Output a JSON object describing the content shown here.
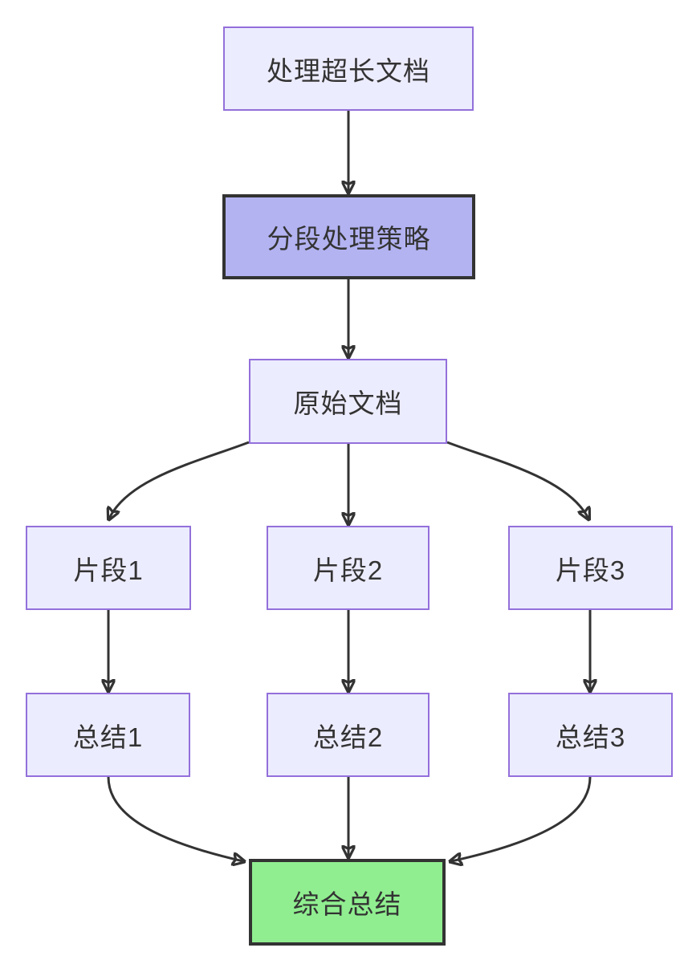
{
  "diagram": {
    "type": "flowchart",
    "direction": "top-down",
    "nodes": [
      {
        "id": "start",
        "label": "处理超长文档",
        "variant": "default"
      },
      {
        "id": "strategy",
        "label": "分段处理策略",
        "variant": "highlight-purple"
      },
      {
        "id": "doc",
        "label": "原始文档",
        "variant": "default"
      },
      {
        "id": "chunk1",
        "label": "片段1",
        "variant": "default"
      },
      {
        "id": "chunk2",
        "label": "片段2",
        "variant": "default"
      },
      {
        "id": "chunk3",
        "label": "片段3",
        "variant": "default"
      },
      {
        "id": "summary1",
        "label": "总结1",
        "variant": "default"
      },
      {
        "id": "summary2",
        "label": "总结2",
        "variant": "default"
      },
      {
        "id": "summary3",
        "label": "总结3",
        "variant": "default"
      },
      {
        "id": "final",
        "label": "综合总结",
        "variant": "highlight-green"
      }
    ],
    "edges": [
      {
        "from": "start",
        "to": "strategy"
      },
      {
        "from": "strategy",
        "to": "doc"
      },
      {
        "from": "doc",
        "to": "chunk1"
      },
      {
        "from": "doc",
        "to": "chunk2"
      },
      {
        "from": "doc",
        "to": "chunk3"
      },
      {
        "from": "chunk1",
        "to": "summary1"
      },
      {
        "from": "chunk2",
        "to": "summary2"
      },
      {
        "from": "chunk3",
        "to": "summary3"
      },
      {
        "from": "summary1",
        "to": "final"
      },
      {
        "from": "summary2",
        "to": "final"
      },
      {
        "from": "summary3",
        "to": "final"
      }
    ],
    "colors": {
      "background": "#FFFFFF",
      "node_fill": "#ECECFF",
      "node_border": "#9370DB",
      "highlight_purple_fill": "#B3B3F2",
      "highlight_green_fill": "#90EE90",
      "highlight_border": "#333333",
      "edge": "#333333",
      "text": "#333333"
    }
  }
}
